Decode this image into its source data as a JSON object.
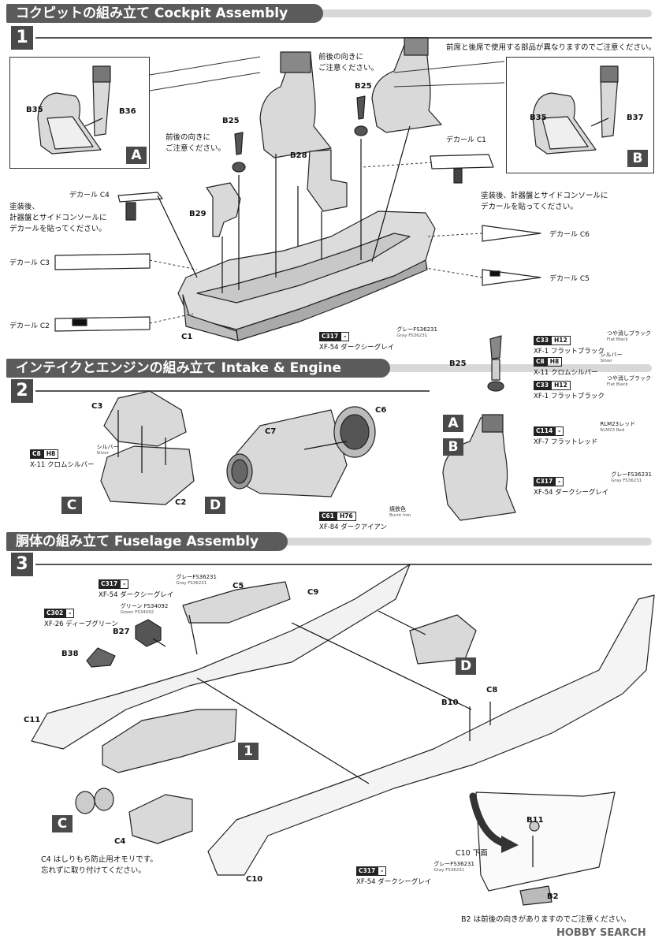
{
  "sections": {
    "cockpit": {
      "title": "コクピットの組み立て Cockpit Assembly",
      "step": "1"
    },
    "intake": {
      "title": "インテイクとエンジンの組み立て Intake & Engine Assembly",
      "step": "2"
    },
    "fuselage": {
      "title": "胴体の組み立て Fuselage Assembly",
      "step": "3"
    }
  },
  "step1": {
    "box_a": {
      "badge": "A",
      "parts": [
        "B35",
        "B36"
      ]
    },
    "box_b": {
      "badge": "B",
      "parts": [
        "B35",
        "B37"
      ]
    },
    "note_front_rear_seat": "前席と後席で使用する部品が異なりますのでご注意ください。",
    "note_direction_1": [
      "前後の向きに",
      "ご注意ください。"
    ],
    "note_direction_2": [
      "前後の向きに",
      "ご注意ください。"
    ],
    "note_decal_left": [
      "塗装後、",
      "計器盤とサイドコンソールに",
      "デカールを貼ってください。"
    ],
    "note_decal_right": [
      "塗装後、計器盤とサイドコンソールに",
      "デカールを貼ってください。"
    ],
    "parts": {
      "b25a": "B25",
      "b25b": "B25",
      "b28": "B28",
      "b29": "B29",
      "c1": "C1"
    },
    "decals": {
      "c1": "デカール C1",
      "c2": "デカール C2",
      "c3": "デカール C3",
      "c4": "デカール C4",
      "c5": "デカール C5",
      "c6": "デカール C6"
    },
    "paint_c1": {
      "code": "C317",
      "h": "-",
      "name": "グレーFS36231",
      "sub": "Gray FS36231",
      "xf": "XF-54 ダークシーグレイ"
    }
  },
  "b25_detail": {
    "label": "B25",
    "paints": [
      {
        "code": "C33",
        "h": "H12",
        "name": "つや消しブラック",
        "sub": "Flat Black",
        "xf": "XF-1 フラットブラック"
      },
      {
        "code": "C8",
        "h": "H8",
        "name": "シルバー",
        "sub": "Silver",
        "xf": "X-11 クロムシルバー"
      },
      {
        "code": "C33",
        "h": "H12",
        "name": "つや消しブラック",
        "sub": "Flat Black",
        "xf": "XF-1 フラットブラック"
      }
    ]
  },
  "seat_detail": {
    "badges": [
      "A",
      "B"
    ],
    "paints": [
      {
        "code": "C114",
        "h": "-",
        "name": "RLM23レッド",
        "sub": "RLM23 Red",
        "xf": "XF-7 フラットレッド"
      },
      {
        "code": "C317",
        "h": "-",
        "name": "グレーFS36231",
        "sub": "Gray FS36231",
        "xf": "XF-54 ダークシーグレイ"
      }
    ]
  },
  "step2": {
    "parts": {
      "c3": "C3",
      "c2": "C2",
      "c6": "C6",
      "c7": "C7"
    },
    "badges": {
      "c": "C",
      "d": "D"
    },
    "paint_c3": {
      "code": "C8",
      "h": "H8",
      "name": "シルバー",
      "sub": "Silver",
      "xf": "X-11 クロムシルバー"
    },
    "paint_engine": {
      "code": "C61",
      "h": "H76",
      "name": "焼鉄色",
      "sub": "Burnt Iron",
      "xf": "XF-84 ダークアイアン"
    }
  },
  "step3": {
    "parts": {
      "c5": "C5",
      "c9": "C9",
      "b27": "B27",
      "b38": "B38",
      "c11": "C11",
      "c4": "C4",
      "c10": "C10",
      "b10": "B10",
      "c8": "C8",
      "b11": "B11",
      "b2": "B2"
    },
    "badges": {
      "d": "D",
      "one": "1",
      "c": "C"
    },
    "paint_c5": {
      "code": "C317",
      "h": "-",
      "name": "グレーFS36231",
      "sub": "Gray FS36231",
      "xf": "XF-54 ダークシーグレイ"
    },
    "paint_b27": {
      "code": "C302",
      "h": "-",
      "name": "グリーン FS34092",
      "sub": "Green FS34092",
      "xf": "XF-26 ディープグリーン"
    },
    "paint_c10": {
      "code": "C317",
      "h": "-",
      "name": "グレーFS36231",
      "sub": "Gray FS36231",
      "xf": "XF-54 ダークシーグレイ"
    },
    "note_c4": [
      "C4 はしりもち防止用オモリです。",
      "忘れずに取り付けてください。"
    ],
    "c10_bottom": "C10 下面",
    "note_b2": "B2 は前後の向きがありますのでご注意ください。"
  },
  "watermark": "HOBBY SEARCH"
}
